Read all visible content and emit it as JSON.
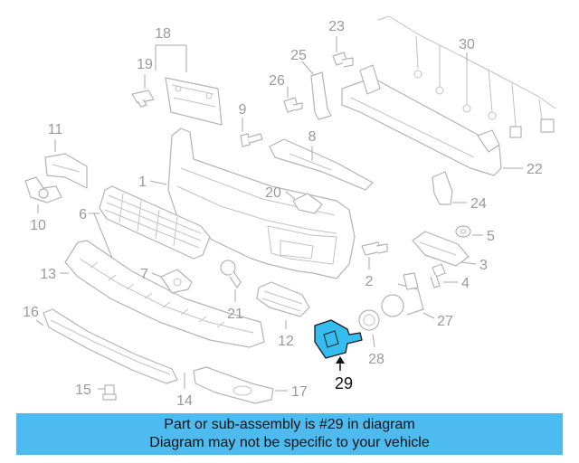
{
  "diagram": {
    "callouts": [
      {
        "id": "1",
        "label": "1"
      },
      {
        "id": "2",
        "label": "2"
      },
      {
        "id": "3",
        "label": "3"
      },
      {
        "id": "4",
        "label": "4"
      },
      {
        "id": "5",
        "label": "5"
      },
      {
        "id": "6",
        "label": "6"
      },
      {
        "id": "7",
        "label": "7"
      },
      {
        "id": "8",
        "label": "8"
      },
      {
        "id": "9",
        "label": "9"
      },
      {
        "id": "10",
        "label": "10"
      },
      {
        "id": "11",
        "label": "11"
      },
      {
        "id": "12",
        "label": "12"
      },
      {
        "id": "13",
        "label": "13"
      },
      {
        "id": "14",
        "label": "14"
      },
      {
        "id": "15",
        "label": "15"
      },
      {
        "id": "16",
        "label": "16"
      },
      {
        "id": "17",
        "label": "17"
      },
      {
        "id": "18",
        "label": "18"
      },
      {
        "id": "19",
        "label": "19"
      },
      {
        "id": "20",
        "label": "20"
      },
      {
        "id": "21",
        "label": "21"
      },
      {
        "id": "22",
        "label": "22"
      },
      {
        "id": "23",
        "label": "23"
      },
      {
        "id": "24",
        "label": "24"
      },
      {
        "id": "25",
        "label": "25"
      },
      {
        "id": "26",
        "label": "26"
      },
      {
        "id": "27",
        "label": "27"
      },
      {
        "id": "28",
        "label": "28"
      },
      {
        "id": "29",
        "label": "29"
      },
      {
        "id": "30",
        "label": "30"
      }
    ],
    "highlighted_part": "29",
    "highlight_color": "#35bdf0",
    "banner_color": "#4dbbef"
  },
  "notice": {
    "line1": "Part or sub-assembly is #29 in diagram",
    "line2": "Diagram may not be specific to your vehicle"
  }
}
